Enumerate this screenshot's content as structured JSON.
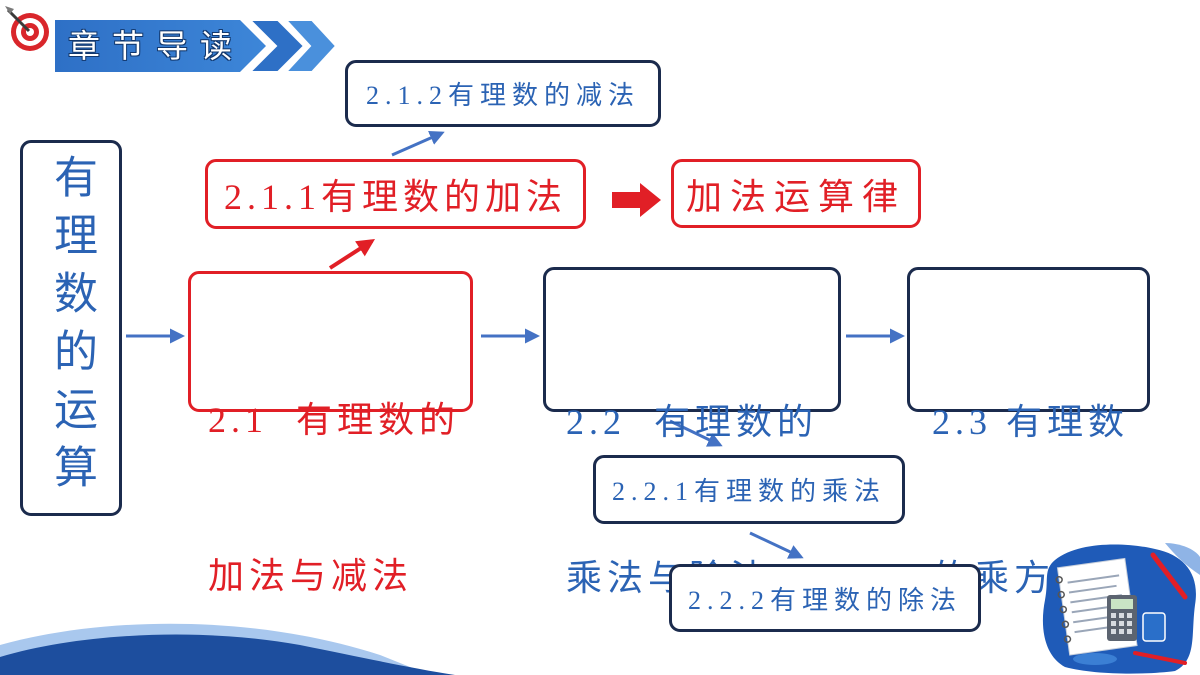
{
  "header": {
    "title": "章节导读"
  },
  "diagram": {
    "root": "有理数的运算",
    "node_2_1": {
      "line1": "2.1  有理数的",
      "line2": "加法与减法"
    },
    "node_2_1_1": "2.1.1有理数的加法",
    "node_2_1_2": "2.1.2有理数的减法",
    "node_addition_laws": "加法运算律",
    "node_2_2": {
      "line1": "2.2  有理数的",
      "line2": "乘法与除法"
    },
    "node_2_2_1": "2.2.1有理数的乘法",
    "node_2_2_2": "2.2.2有理数的除法",
    "node_2_3": {
      "line1": "2.3 有理数",
      "line2": "的乘方"
    }
  },
  "colors": {
    "navy_border": "#1b2b4d",
    "blue_text": "#2b63b4",
    "red_highlight": "#e11f26",
    "arrow_blue": "#4472c4",
    "banner_blue": "#2e70c6"
  },
  "icons": {
    "corner": "target-dart-icon",
    "banner_arrows": "double-chevron-icon",
    "illustration": "math-stationery-illustration",
    "footer": "wave-decoration"
  }
}
